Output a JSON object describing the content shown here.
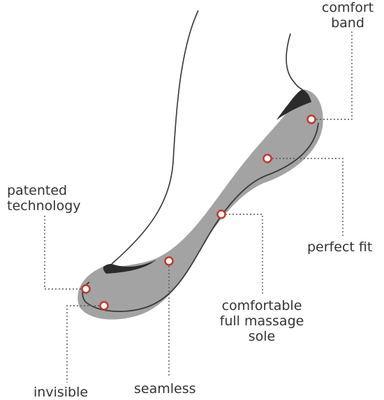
{
  "labels": {
    "comfort_band": {
      "line1": "comfort",
      "line2": "band"
    },
    "patented_technology": {
      "line1": "patented",
      "line2": "technology"
    },
    "perfect_fit": "perfect fit",
    "massage_sole": {
      "line1": "comfortable",
      "line2": "full massage",
      "line3": "sole"
    },
    "invisible": "invisible",
    "seamless": "seamless"
  },
  "colors": {
    "sock_fill": "#a3a3a3",
    "sock_outline": "#3a3a3a",
    "band_dark": "#2b2b2b",
    "marker_ring": "#c0392b",
    "marker_fill": "#ffffff",
    "text": "#333333",
    "leader_line": "#555555"
  }
}
